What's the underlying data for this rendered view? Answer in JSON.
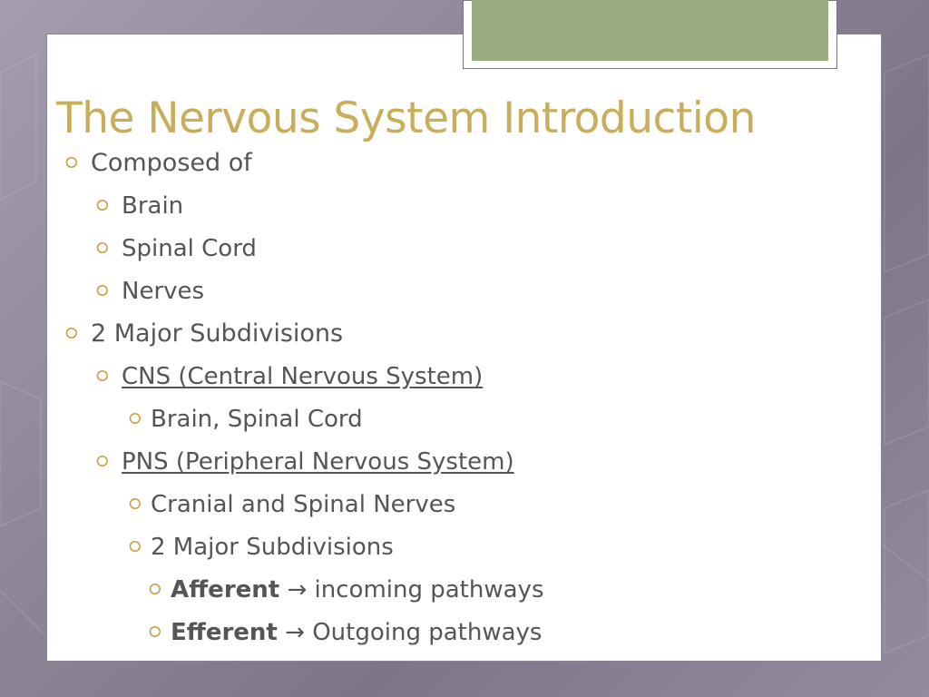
{
  "slide": {
    "title": "The Nervous System Introduction",
    "bullet_glyph": "⭘",
    "arrow_icon": "arrow-right-icon",
    "colors": {
      "title": "#c8ad5a",
      "bullet": "#c8a044",
      "body_text": "#555555",
      "accent_tab": "#9bac80",
      "background": "#8f8799"
    },
    "items": [
      {
        "text": "Composed of"
      },
      {
        "text": "Brain"
      },
      {
        "text": "Spinal Cord"
      },
      {
        "text": "Nerves"
      },
      {
        "text": "2 Major Subdivisions"
      },
      {
        "text": "CNS (Central Nervous System)"
      },
      {
        "text": "Brain, Spinal Cord"
      },
      {
        "text": "PNS (Peripheral Nervous System)"
      },
      {
        "text": "Cranial and Spinal Nerves"
      },
      {
        "text": "2 Major Subdivisions"
      },
      {
        "term": "Afferent",
        "arrow": "→",
        "text": "incoming pathways"
      },
      {
        "term": "Efferent",
        "arrow": "→",
        "text": "Outgoing pathways"
      }
    ]
  }
}
